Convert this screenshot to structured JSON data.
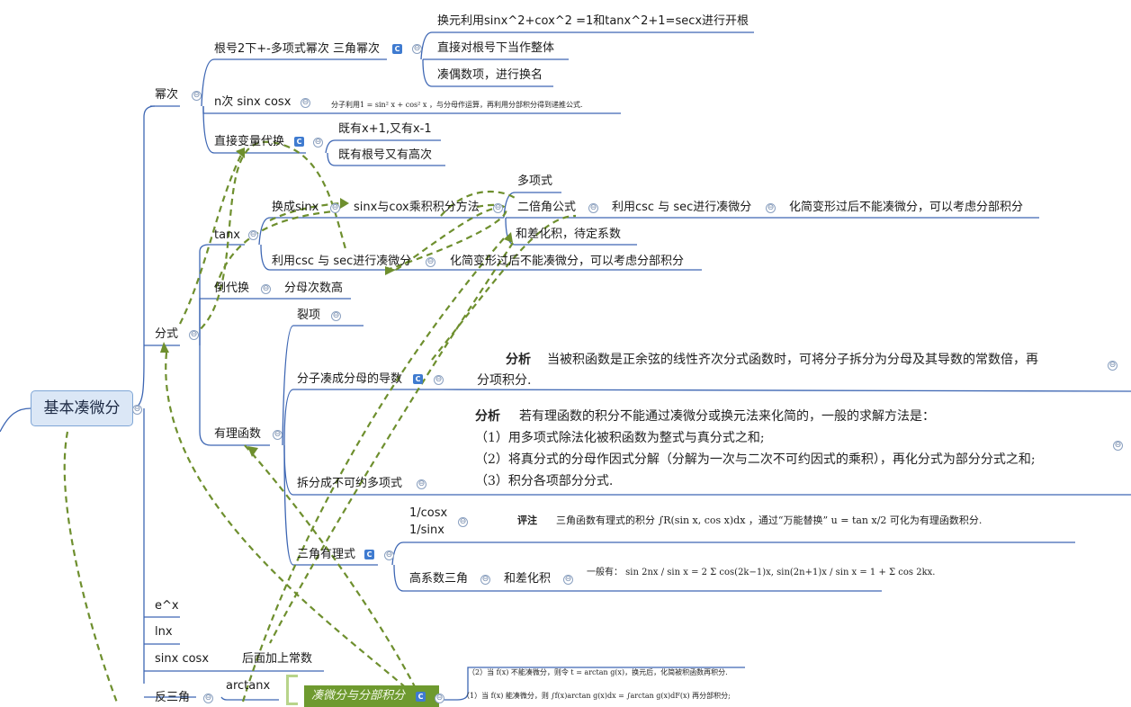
{
  "root": {
    "label": "基本凑微分"
  },
  "branches": {
    "power": {
      "label": "幂次",
      "root2": {
        "label": "根号2下+-多项式幂次 三角幂次",
        "children": [
          "换元利用sinx^2+cox^2 =1和tanx^2+1=secx进行开根",
          "直接对根号下当作整体",
          "凑偶数项，进行换名"
        ]
      },
      "nsin": {
        "label": "n次 sinx cosx",
        "note": "分子利用1 = sin² x + cos² x ，与分母作运算，再利用分部积分得到递推公式."
      },
      "direct": {
        "label": "直接变量代换",
        "children": [
          "既有x+1,又有x-1",
          "既有根号又有高次"
        ]
      }
    },
    "fraction": {
      "label": "分式",
      "tanx": {
        "label": "tanx",
        "sin_sub": "换成sinx",
        "sin_cos": "sinx与cox乘积积分方法",
        "multi": "多项式",
        "double": "二倍角公式",
        "csc1": "利用csc 与 sec进行凑微分",
        "simplify1": "化简变形过后不能凑微分，可以考虑分部积分",
        "sumdiff": "和差化积，待定系数",
        "csc2": "利用csc 与 sec进行凑微分",
        "simplify2": "化简变形过后不能凑微分，可以考虑分部积分"
      },
      "inverse": {
        "label": "倒代换",
        "child": "分母次数高"
      },
      "rational": {
        "label": "有理函数",
        "split": "裂项",
        "deriv": "分子凑成分母的导数",
        "deriv_note_head": "分析",
        "deriv_note": "当被积函数是正余弦的线性齐次分式函数时，可将分子拆分为分母及其导数的常数倍，再",
        "deriv_note2": "分项积分.",
        "irreducible": "拆分成不可约多项式",
        "irr_head": "分析",
        "irr_line1": "若有理函数的积分不能通过凑微分或换元法来化简的，一般的求解方法是：",
        "irr_line2": "（1）用多项式除法化被积函数为整式与真分式之和;",
        "irr_line3": "（2）将真分式的分母作因式分解（分解为一次与二次不可约因式的乘积），再化分式为部分分式之和;",
        "irr_line4": "（3）积分各项部分分式.",
        "trig": "三角有理式",
        "trig_sub1": "1/cosx",
        "trig_sub2": "1/sinx",
        "trig_note_head": "评注",
        "trig_note": "三角函数有理式的积分 ∫R(sin x, cos x)dx ，通过“万能替换” u = tan x/2 可化为有理函数积分.",
        "high": "高系数三角",
        "high_child": "和差化积",
        "high_note": "一般有： sin 2nx / sin x = 2 Σ cos(2k−1)x,  sin(2n+1)x / sin x = 1 + Σ cos 2kx."
      }
    },
    "ex": {
      "label": "e^x"
    },
    "lnx": {
      "label": "lnx"
    },
    "sincos": {
      "label": "sinx cosx",
      "child": "后面加上常数"
    },
    "arc": {
      "label": "反三角",
      "child": "arctanx"
    },
    "parts": {
      "label": "凑微分与分部积分",
      "note1": "（2）当 f(x) 不能凑微分，则令 t = arctan g(x)，换元后，化简被积函数再积分.",
      "note2": "（1）当 f(x) 能凑微分，则 ∫f(x)arctan g(x)dx = ∫arctan g(x)dF(x) 再分部积分;"
    }
  },
  "colors": {
    "branch_line": "#3d66b3",
    "dashed_arrow": "#6e8f2e",
    "root_fill": "#dbe7f6",
    "callout_fill": "#6e9a2f"
  }
}
